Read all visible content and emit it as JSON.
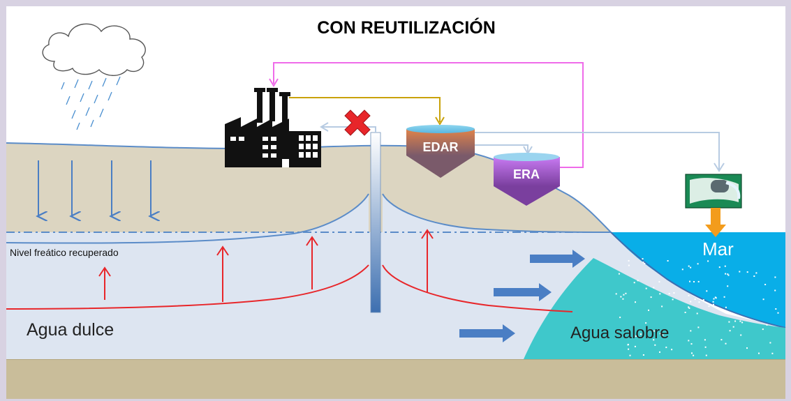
{
  "title": "CON REUTILIZACIÓN",
  "labels": {
    "nivel_freatico": "Nivel freático recuperado",
    "agua_dulce": "Agua dulce",
    "agua_salobre": "Agua salobre",
    "mar": "Mar",
    "edar": "EDAR",
    "era": "ERA"
  },
  "icons": {
    "cloud": "rain-cloud-icon",
    "factory": "factory-icon",
    "cross": "red-cross-icon",
    "outfall": "outfall-pipe-icon"
  },
  "colors": {
    "frame": "#d8d2e2",
    "sky": "#ffffff",
    "ground": "#dcd5c1",
    "bedrock": "#c9bd9a",
    "groundwater": "#dde5f1",
    "sea": "#09aee8",
    "brackish": "#3fc8cb",
    "rain_arrow": "#4a7ec4",
    "rise_arrow": "#e8262a",
    "flow_arrow": "#4a7ec4",
    "factory_to_edar": "#c9a20a",
    "era_to_factory": "#ef6be9",
    "edar_outflow": "#b7cbe2",
    "outfall_arrow": "#f39c1c",
    "edar_fill": "#d77a3e",
    "era_fill": "#b667e6"
  }
}
